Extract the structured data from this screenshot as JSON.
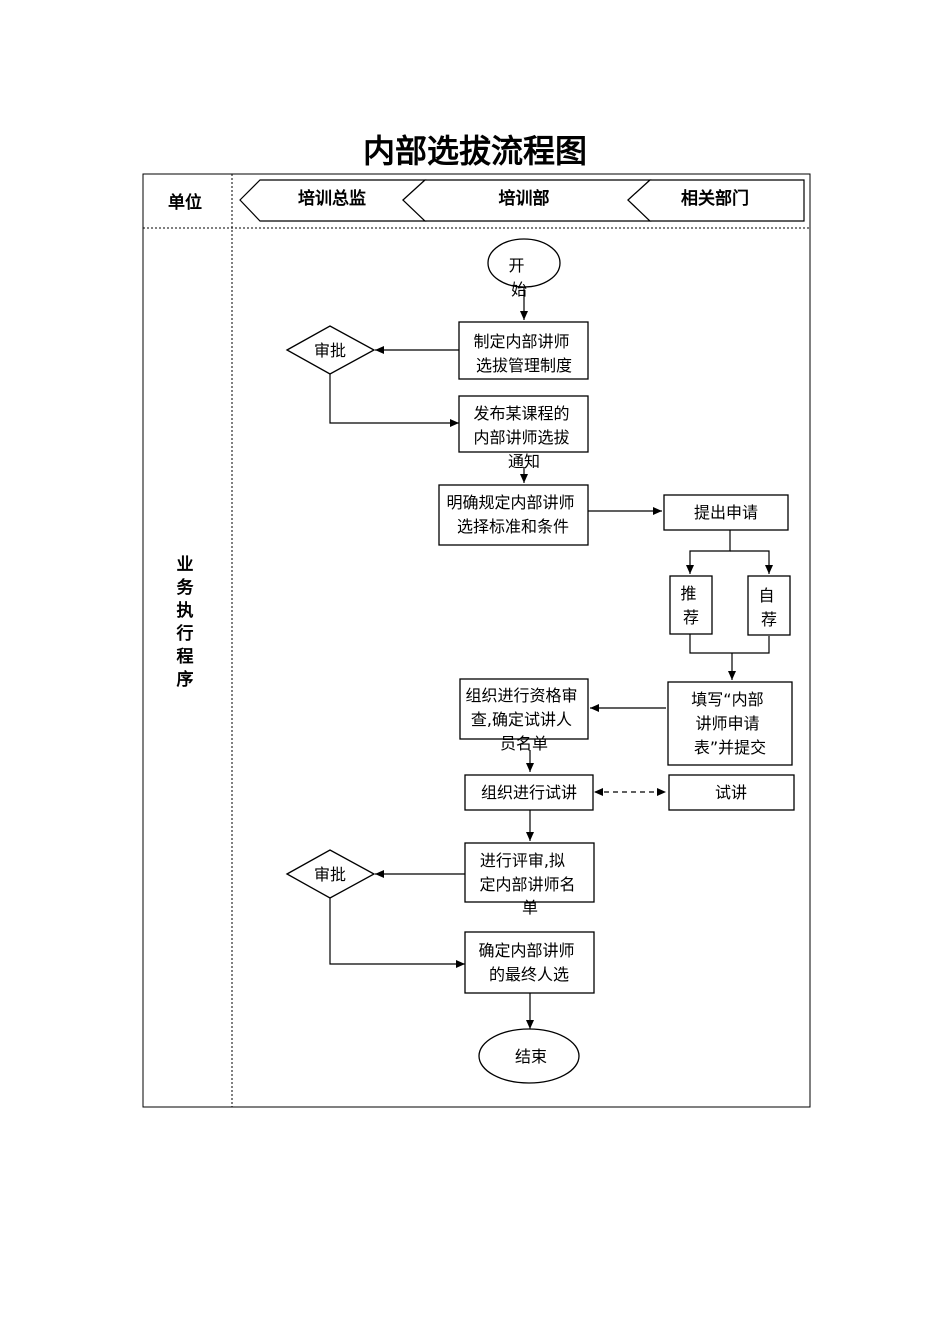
{
  "title": "内部选拔流程图",
  "header": {
    "unit_label": "单位",
    "departments": [
      "培训总监",
      "培训部",
      "相关部门"
    ]
  },
  "side_label": [
    "业",
    "务",
    "执",
    "行",
    "程",
    "序"
  ],
  "nodes": {
    "start": [
      "开",
      "始"
    ],
    "formulate": [
      "制定内部讲师",
      "选拔管理制度"
    ],
    "approve1": [
      "审批"
    ],
    "publish": [
      "发布某课程的",
      "内部讲师选拔",
      "通知"
    ],
    "criteria": [
      "明确规定内部讲师",
      "选择标准和条件"
    ],
    "apply": [
      "提出申请"
    ],
    "recommend": [
      "推",
      "荐"
    ],
    "self": [
      "自",
      "荐"
    ],
    "fill_form": [
      "填写“内部",
      "讲师申请",
      "表”并提交"
    ],
    "review": [
      "组织进行资格审",
      "查,确定试讲人",
      "员名单"
    ],
    "organize_trial": [
      "组织进行试讲"
    ],
    "trial": [
      "试讲"
    ],
    "evaluate": [
      "进行评审,拟",
      "定内部讲师名",
      "单"
    ],
    "approve2": [
      "审批"
    ],
    "confirm": [
      "确定内部讲师",
      "的最终人选"
    ],
    "end": [
      "结束"
    ]
  }
}
